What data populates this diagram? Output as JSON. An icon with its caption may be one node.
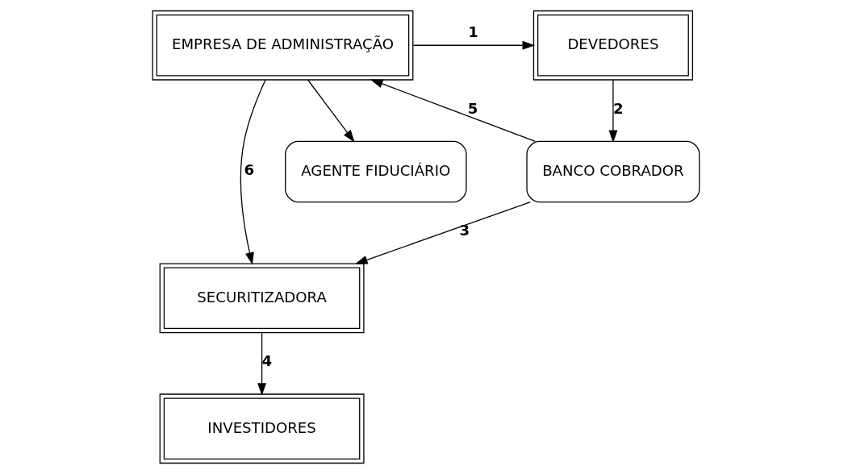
{
  "diagram": {
    "nodes": [
      {
        "text": [
          "EMPRESA DE ADMINISTRAÇÃO"
        ]
      },
      {
        "text": [
          "DEVEDORES"
        ]
      },
      {
        "text": [
          "BANCO COBRADOR"
        ]
      },
      {
        "text": [
          "SECURITIZADORA"
        ]
      },
      {
        "text": [
          "AGENTE FIDUCIÁRIO"
        ]
      },
      {
        "text": [
          "INVESTIDORES"
        ]
      }
    ],
    "edges": [
      {
        "from": 0,
        "to": 1,
        "arrow": "to",
        "label": "1"
      },
      {
        "from": 1,
        "to": 2,
        "arrow": "to",
        "label": "2"
      },
      {
        "from": 2,
        "to": 0,
        "arrow": "to",
        "label": "5"
      },
      {
        "from": 2,
        "to": 3,
        "arrow": "to",
        "label": "3"
      },
      {
        "from": 3,
        "to": 5,
        "arrow": "to",
        "label": "4"
      },
      {
        "from": 0,
        "to": 3,
        "arrow": "to",
        "label": "6"
      },
      {
        "from": 0,
        "to": 4,
        "arrow": "to"
      }
    ]
  }
}
